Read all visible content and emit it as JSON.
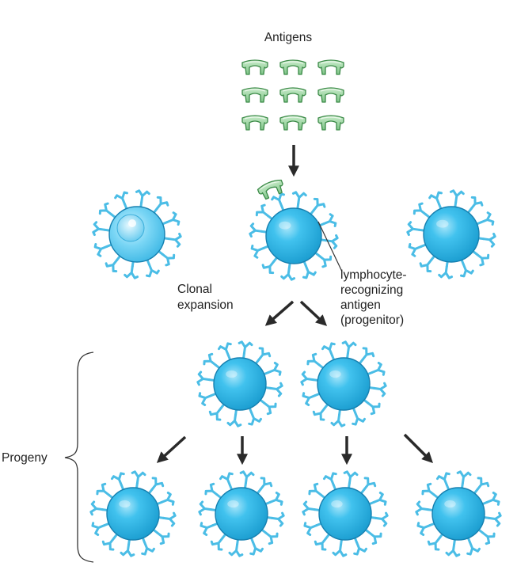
{
  "labels": {
    "antigens": "Antigens",
    "clonal_line1": "Clonal",
    "clonal_line2": "expansion",
    "lymph_line1": "lymphocyte-",
    "lymph_line2": "recognizing",
    "lymph_line3": "antigen",
    "lymph_line4": "(progenitor)",
    "progeny": "Progeny"
  },
  "colors": {
    "cell_fill": "#2db4e4",
    "cell_stroke": "#1680b0",
    "receptor": "#4bbde6",
    "antigen_fill": "#9fd7a3",
    "antigen_stroke": "#3b8a47",
    "arrow": "#2a2a2a"
  }
}
